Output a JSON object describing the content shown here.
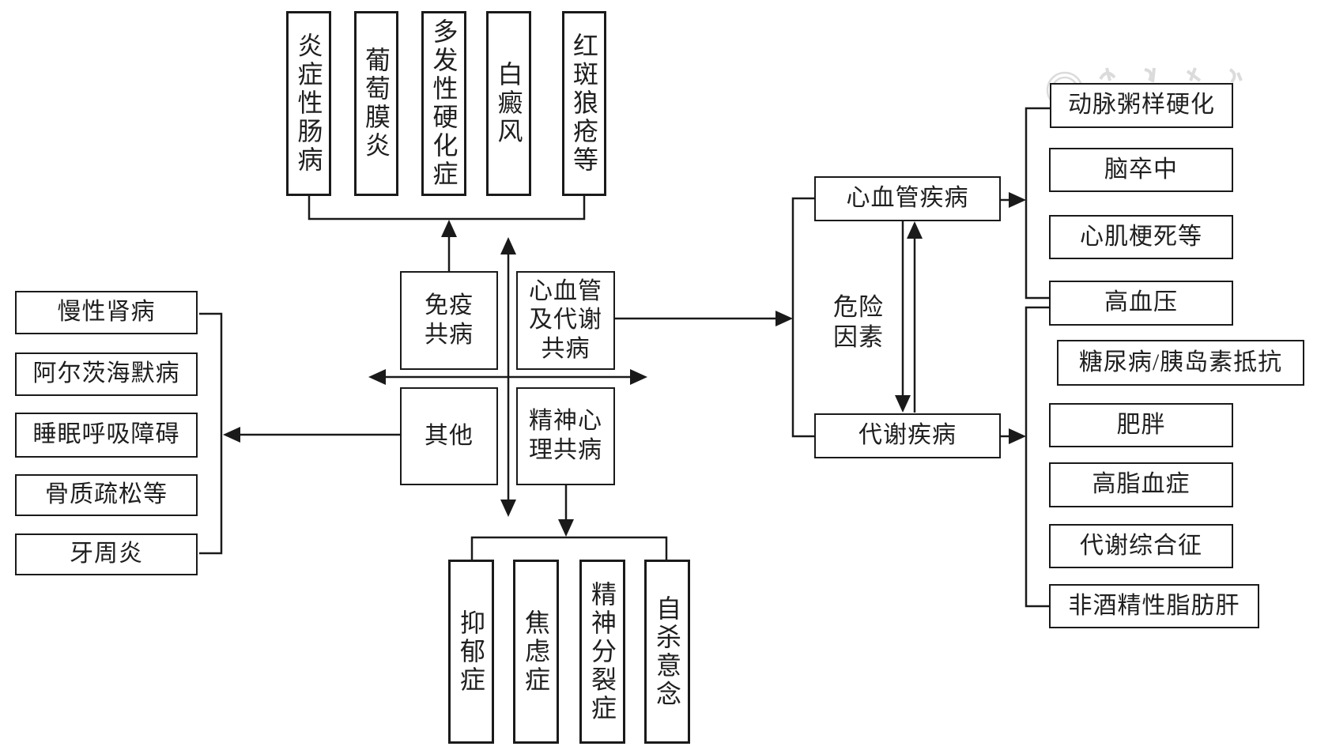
{
  "immune_comorbidities": [
    "炎症性肠病",
    "葡萄膜炎",
    "多发性硬化症",
    "白癜风",
    "红斑狼疮等"
  ],
  "center": {
    "immune": "免疫\n共病",
    "cardiometabolic": "心血管\n及代谢\n共病",
    "other": "其他",
    "psychological": "精神心\n理共病"
  },
  "other_comorbidities": [
    "慢性肾病",
    "阿尔茨海默病",
    "睡眠呼吸障碍",
    "骨质疏松等",
    "牙周炎"
  ],
  "psychological_comorbidities": [
    "抑郁症",
    "焦虑症",
    "精神分裂症",
    "自杀意念"
  ],
  "cardiometabolic": {
    "risk_factors": "危险\n因素",
    "cardiovascular": "心血管疾病",
    "metabolic": "代谢疾病",
    "outcomes": [
      "动脉粥样硬化",
      "脑卒中",
      "心肌梗死等",
      "高血压",
      "糖尿病/胰岛素抵抗",
      "肥胖",
      "高脂血症",
      "代谢综合征",
      "非酒精性脂肪肝"
    ]
  },
  "colors": {
    "line": "#1a1a1a",
    "text": "#1f1f1f",
    "background": "#ffffff",
    "watermark": "#c9c9c9"
  },
  "icons": {
    "watermark": "circular-seal-stamp"
  }
}
